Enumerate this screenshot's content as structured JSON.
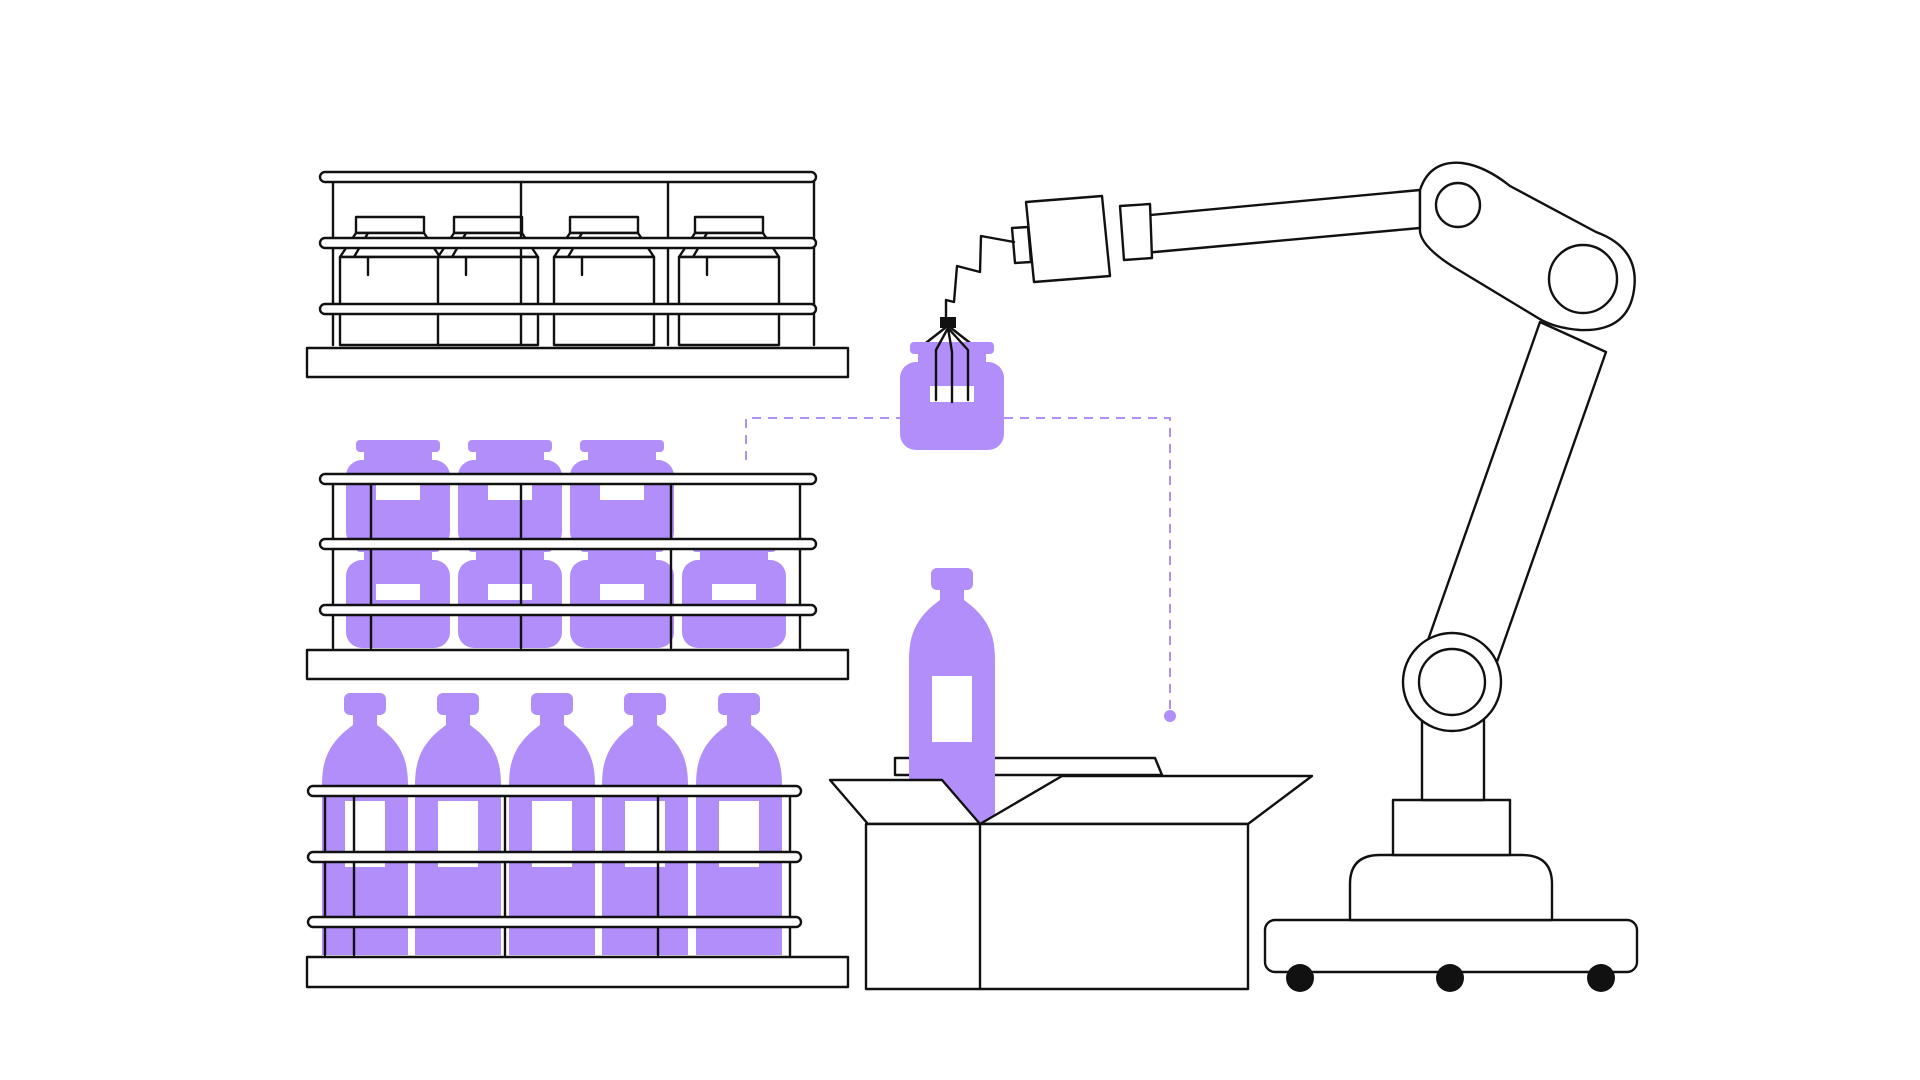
{
  "colors": {
    "accent": "#b18ef9",
    "line": "#111111",
    "background": "#ffffff"
  },
  "scene": {
    "shelf_top_items": "milk-carton",
    "shelf_middle_items": "jar",
    "shelf_bottom_items": "bottle",
    "held_item": "jar",
    "box_item": "bottle"
  }
}
